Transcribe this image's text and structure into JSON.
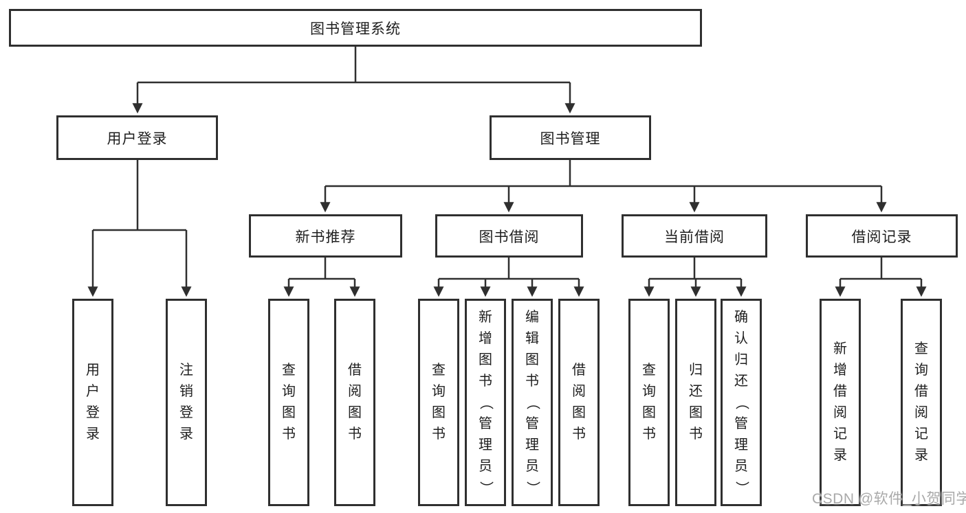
{
  "diagram": {
    "root": {
      "label": "图书管理系统"
    },
    "level2": [
      {
        "label": "用户登录"
      },
      {
        "label": "图书管理"
      }
    ],
    "level3": [
      {
        "label": "新书推荐"
      },
      {
        "label": "图书借阅"
      },
      {
        "label": "当前借阅"
      },
      {
        "label": "借阅记录"
      }
    ],
    "leaves": [
      {
        "label": "用户登录"
      },
      {
        "label": "注销登录"
      },
      {
        "label": "查询图书"
      },
      {
        "label": "借阅图书"
      },
      {
        "label": "查询图书"
      },
      {
        "label": "新增图书（管理员）"
      },
      {
        "label": "编辑图书（管理员）"
      },
      {
        "label": "借阅图书"
      },
      {
        "label": "查询图书"
      },
      {
        "label": "归还图书"
      },
      {
        "label": "确认归还（管理员）"
      },
      {
        "label": "新增借阅记录"
      },
      {
        "label": "查询借阅记录"
      }
    ]
  },
  "watermark": {
    "text": "CSDN @软件_小贺同学"
  },
  "colors": {
    "line": "#2f2f2f",
    "text": "#1e1e1e",
    "watermark": "#a9a9a9",
    "background": "#ffffff"
  }
}
